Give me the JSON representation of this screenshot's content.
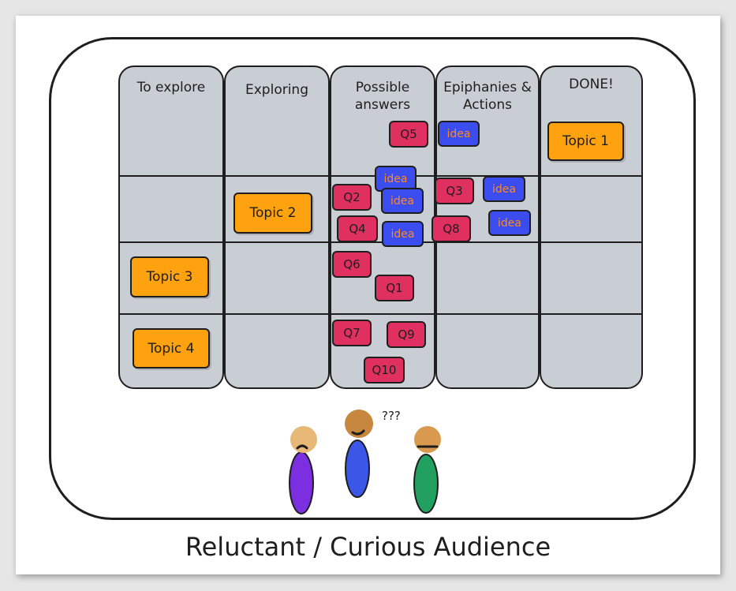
{
  "colors": {
    "column_bg": "#c9cdd4",
    "topic": "#ffa20f",
    "question": "#e03060",
    "idea": "#3c4df0",
    "idea_text": "#ff8a1f",
    "ink": "#1e1e1e",
    "figure_left": "#7b2fe0",
    "figure_mid": "#3a57e8",
    "figure_right": "#22a060",
    "skin_light": "#e8b877",
    "skin_dark": "#c7873e"
  },
  "columns": [
    {
      "title": "To explore"
    },
    {
      "title": "Exploring"
    },
    {
      "title": "Possible answers"
    },
    {
      "title": "Epiphanies & Actions"
    },
    {
      "title": "DONE!"
    }
  ],
  "topics": [
    "Topic 1",
    "Topic 2",
    "Topic 3",
    "Topic 4"
  ],
  "questions": [
    "Q5",
    "Q2",
    "Q4",
    "Q3",
    "Q8",
    "Q6",
    "Q1",
    "Q7",
    "Q9",
    "Q10"
  ],
  "idea_label": "idea",
  "audience": {
    "thought": "???",
    "caption": "Reluctant / Curious Audience"
  }
}
